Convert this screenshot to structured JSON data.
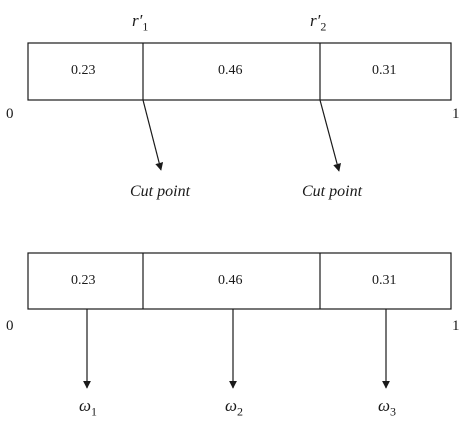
{
  "top_bar": {
    "segments": [
      {
        "label": "0.23",
        "fraction": 0.23
      },
      {
        "label": "0.46",
        "fraction": 0.46
      },
      {
        "label": "0.31",
        "fraction": 0.31
      }
    ],
    "start_label": "0",
    "end_label": "1",
    "cut_labels": [
      {
        "base": "r′",
        "sub": "1"
      },
      {
        "base": "r′",
        "sub": "2"
      }
    ],
    "cut_point_labels": [
      "Cut point",
      "Cut point"
    ]
  },
  "bottom_bar": {
    "segments": [
      {
        "label": "0.23",
        "fraction": 0.23
      },
      {
        "label": "0.46",
        "fraction": 0.46
      },
      {
        "label": "0.31",
        "fraction": 0.31
      }
    ],
    "start_label": "0",
    "end_label": "1",
    "outputs": [
      {
        "base": "ω",
        "sub": "1"
      },
      {
        "base": "ω",
        "sub": "2"
      },
      {
        "base": "ω",
        "sub": "3"
      }
    ]
  }
}
